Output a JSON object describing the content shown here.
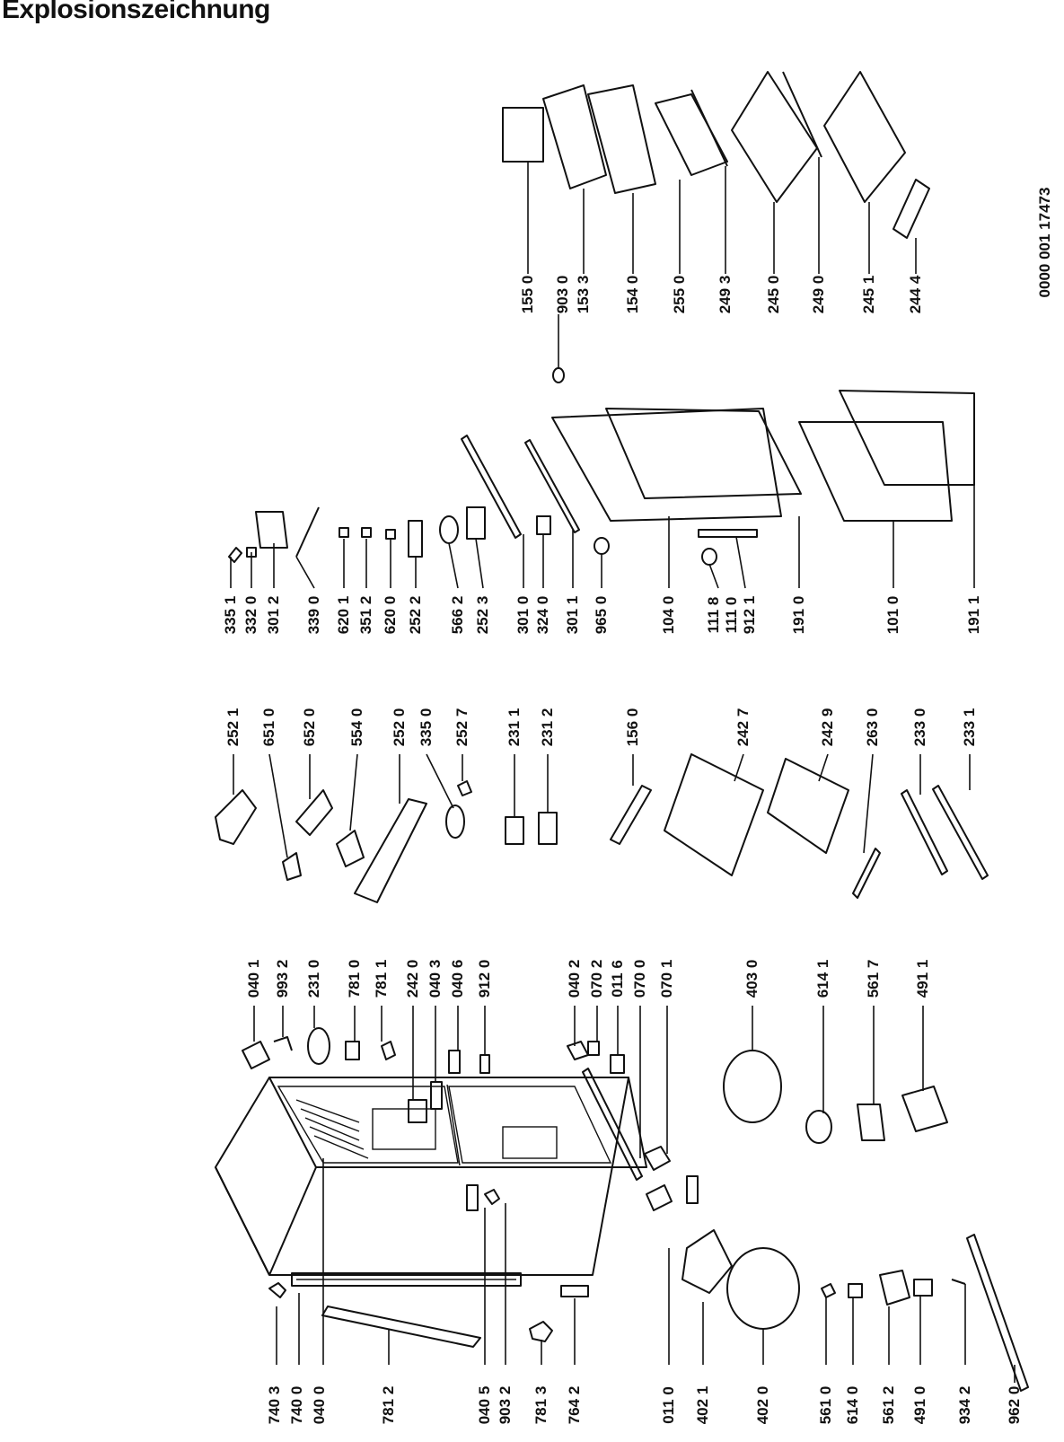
{
  "title": "Explosionszeichnung",
  "document_number": "0000 001 17473",
  "labels": {
    "l7403": "740 3",
    "l7400": "740 0",
    "l0400": "040 0",
    "l7812": "781 2",
    "l0405": "040 5",
    "l9032": "903 2",
    "l7813": "781 3",
    "l7642": "764 2",
    "l0110": "011 0",
    "l4021": "402 1",
    "l4020": "402 0",
    "l5610": "561 0",
    "l6140": "614 0",
    "l5612": "561 2",
    "l4910": "491 0",
    "l9342": "934 2",
    "l9620": "962 0",
    "l0401": "040 1",
    "l9932": "993 2",
    "l2310": "231 0",
    "l7810": "781 0",
    "l7811": "781 1",
    "l2420": "242 0",
    "l0403": "040 3",
    "l0406": "040 6",
    "l9120": "912 0",
    "l0402": "040 2",
    "l0702": "070 2",
    "l0116": "011 6",
    "l0700": "070 0",
    "l0701": "070 1",
    "l4030": "403 0",
    "l6141": "614 1",
    "l5617": "561 7",
    "l4911": "491 1",
    "l2521": "252 1",
    "l6510": "651 0",
    "l6520": "652 0",
    "l5540": "554 0",
    "l2520": "252 0",
    "l3350": "335 0",
    "l2527": "252 7",
    "l2311": "231 1",
    "l2312": "231 2",
    "l1560": "156 0",
    "l2427": "242 7",
    "l2429": "242 9",
    "l2630": "263 0",
    "l2330": "233 0",
    "l2331": "233 1",
    "l3351": "335 1",
    "l3320": "332 0",
    "l3012": "301 2",
    "l3390": "339 0",
    "l6201": "620 1",
    "l3512": "351 2",
    "l6200": "620 0",
    "l2522": "252 2",
    "l5662": "566 2",
    "l2523": "252 3",
    "l3010": "301 0",
    "l3240": "324 0",
    "l3011": "301 1",
    "l9650": "965 0",
    "l1040": "104 0",
    "l1118": "111 8",
    "l1110": "111 0",
    "l9121": "912 1",
    "l1910": "191 0",
    "l1010": "101 0",
    "l1911": "191 1",
    "l1550": "155 0",
    "l9030": "903 0",
    "l1533": "153 3",
    "l1540": "154 0",
    "l2550": "255 0",
    "l2493": "249 3",
    "l2450": "245 0",
    "l2490": "249 0",
    "l2451": "245 1",
    "l2444": "244 4"
  }
}
